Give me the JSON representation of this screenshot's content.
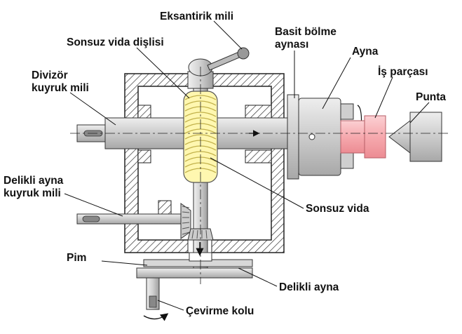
{
  "labels": {
    "eksantirik_mili": "Eksantirik mili",
    "sonsuz_vida_disli": "Sonsuz vida dişlisi",
    "basit_bolme_1": "Basit bölme",
    "basit_bolme_2": "aynası",
    "ayna": "Ayna",
    "is_parcasi": "İş parçası",
    "punta": "Punta",
    "divizor_1": "Divizör",
    "divizor_2": "kuyruk mili",
    "delikli_ayna_kuyruk_1": "Delikli ayna",
    "delikli_ayna_kuyruk_2": "kuyruk mili",
    "sonsuz_vida": "Sonsuz vida",
    "pim": "Pim",
    "delikli_ayna": "Delikli ayna",
    "cevirme_kolu": "Çevirme kolu"
  },
  "colors": {
    "worm_gear": "#fff7b0",
    "workpiece": "#f6a9ae",
    "metal": "#d4d4d4",
    "housing_hatch": "#333333"
  }
}
